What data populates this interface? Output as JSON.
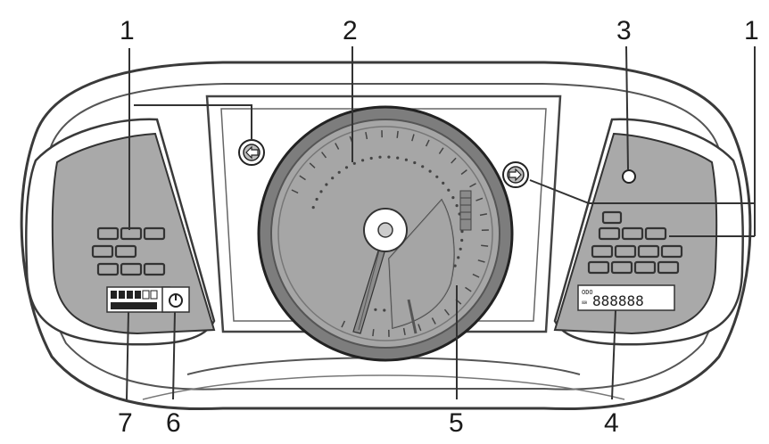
{
  "figure": {
    "callouts": [
      {
        "id": "callout-1-left",
        "label": "1"
      },
      {
        "id": "callout-2",
        "label": "2"
      },
      {
        "id": "callout-3",
        "label": "3"
      },
      {
        "id": "callout-1-right",
        "label": "1"
      },
      {
        "id": "callout-4",
        "label": "4"
      },
      {
        "id": "callout-5",
        "label": "5"
      },
      {
        "id": "callout-6",
        "label": "6"
      },
      {
        "id": "callout-7",
        "label": "7"
      }
    ],
    "odometer_readout": "888888",
    "colors": {
      "outline": "#3a3a3a",
      "panel": "#a9a9a9",
      "face": "#a6a6a6",
      "bezel": "#7d7d7d",
      "housing": "#ffffff",
      "leader": "#333333"
    }
  }
}
